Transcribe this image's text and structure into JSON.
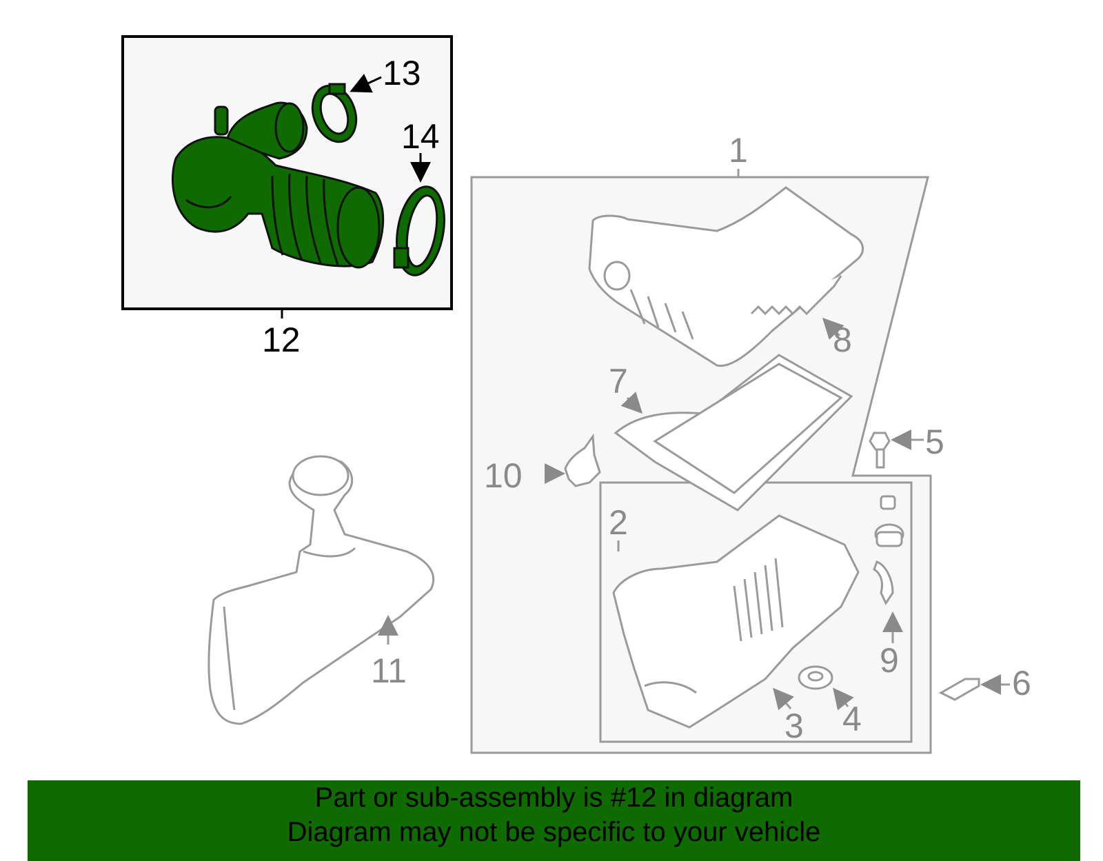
{
  "colors": {
    "highlight_fill": "#0f6b00",
    "highlight_stroke": "#111111",
    "ghost_stroke": "#9a9a9a",
    "panel_fill": "#f7f7f7",
    "banner_bg": "#0f6b00"
  },
  "callouts": {
    "c1": "1",
    "c2": "2",
    "c3": "3",
    "c4": "4",
    "c5": "5",
    "c6": "6",
    "c7": "7",
    "c8": "8",
    "c9": "9",
    "c10": "10",
    "c11": "11",
    "c12": "12",
    "c13": "13",
    "c14": "14"
  },
  "banner": {
    "line1": "Part or sub-assembly is #12 in diagram",
    "line2": "Diagram may not be specific to your vehicle"
  }
}
